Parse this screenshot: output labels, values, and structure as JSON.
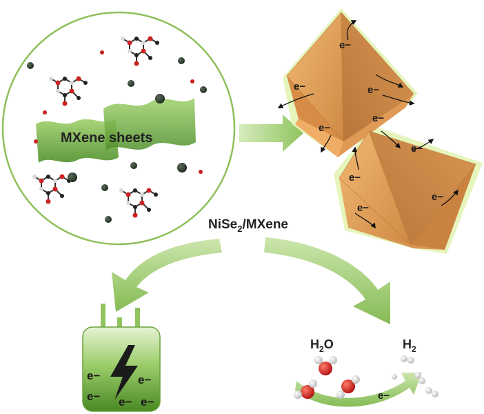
{
  "labels": {
    "mxene_sheets": "MXene sheets",
    "composite": "NiSe",
    "composite_sub": "2",
    "composite_suffix": "/MXene",
    "water": "H",
    "water_sub": "2",
    "water_suffix": "O",
    "hydrogen": "H",
    "hydrogen_sub": "2",
    "electron": "e−"
  },
  "colors": {
    "circle_border": "#8fbf5a",
    "sheet_green": "#6fae3f",
    "arrow_green": "#9fcf6f",
    "octahedron_orange": "#e8a65c",
    "octahedron_edge": "#d9ef9f",
    "battery_green": "#5f9e33",
    "water_red": "#cc1f1f"
  },
  "icons": {
    "battery": "battery-icon",
    "lightning": "lightning-bolt-icon",
    "molecule": "glucose-molecule-icon",
    "water": "water-molecule-icon",
    "hydrogen": "hydrogen-molecule-icon"
  }
}
